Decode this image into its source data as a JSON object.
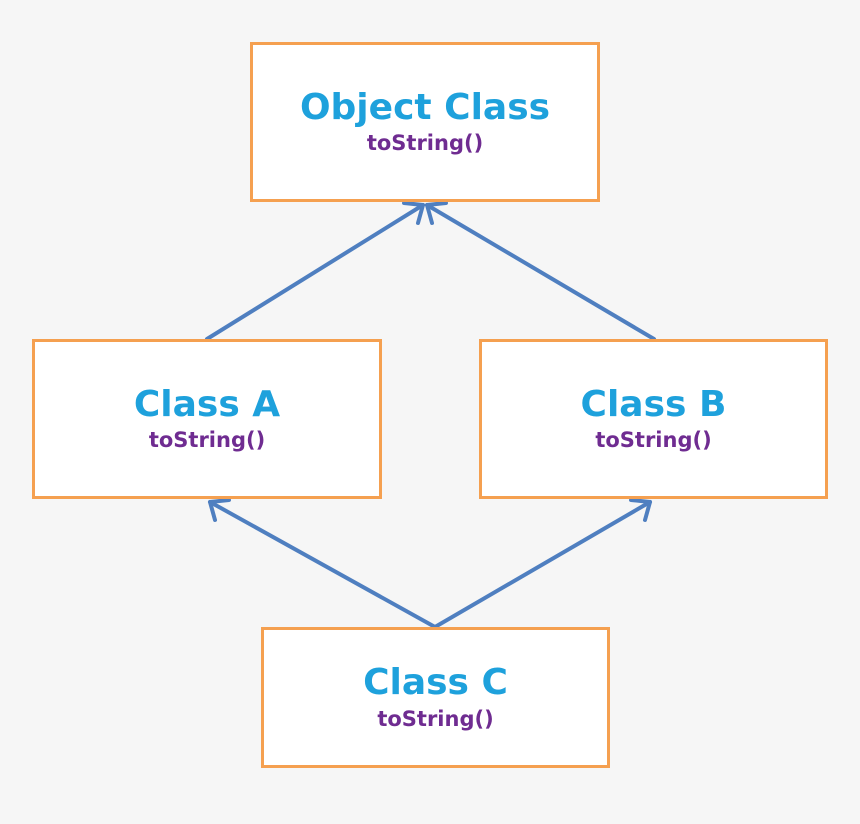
{
  "colors": {
    "background": "#f6f6f6",
    "box_fill": "#ffffff",
    "box_border": "#f5a050",
    "class_name": "#1ea1dc",
    "method": "#6f2c91",
    "arrow": "#4f7fc0"
  },
  "classes": {
    "object": {
      "name": "Object Class",
      "method": "toString()"
    },
    "a": {
      "name": "Class A",
      "method": "toString()"
    },
    "b": {
      "name": "Class B",
      "method": "toString()"
    },
    "c": {
      "name": "Class C",
      "method": "toString()"
    }
  },
  "inheritance": [
    {
      "from": "Class A",
      "to": "Object Class"
    },
    {
      "from": "Class B",
      "to": "Object Class"
    },
    {
      "from": "Class C",
      "to": "Class A"
    },
    {
      "from": "Class C",
      "to": "Class B"
    }
  ]
}
